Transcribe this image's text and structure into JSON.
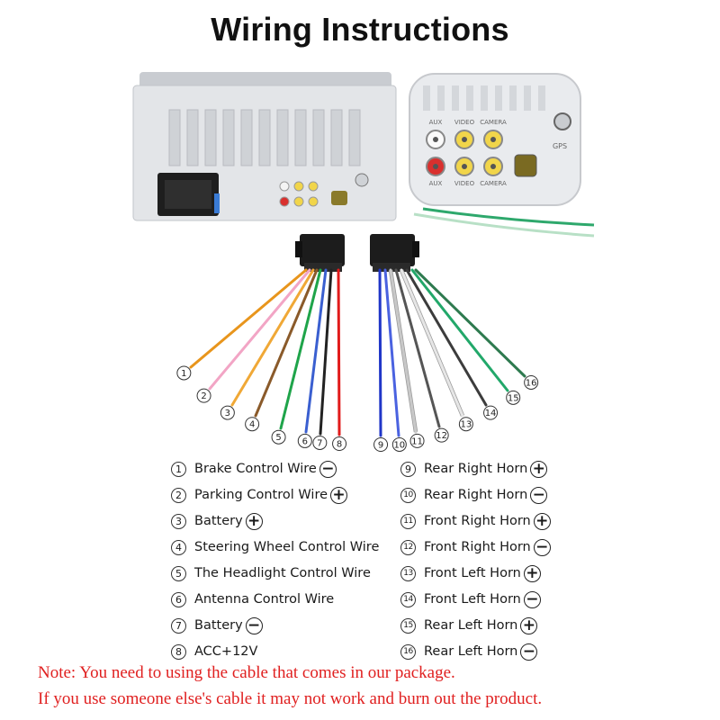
{
  "title": "Wiring Instructions",
  "ports_main": [
    "AUX",
    "VIDEO",
    "CAMERA",
    "AUX",
    "VIDEO",
    "CAMERA"
  ],
  "port_side": "GPS",
  "wires": [
    {
      "num": "①",
      "label": "Brake Control Wire",
      "sign": "−",
      "color": "#e8951c"
    },
    {
      "num": "②",
      "label": "Parking Control Wire",
      "sign": "+",
      "color": "#f2a5c5"
    },
    {
      "num": "③",
      "label": "Battery",
      "sign": "+",
      "color": "#f0a836"
    },
    {
      "num": "④",
      "label": "Steering Wheel Control Wire",
      "sign": "",
      "color": "#8a5a2a"
    },
    {
      "num": "⑤",
      "label": "The Headlight Control Wire",
      "sign": "",
      "color": "#1fa44a"
    },
    {
      "num": "⑥",
      "label": "Antenna Control Wire",
      "sign": "",
      "color": "#3a5fd0"
    },
    {
      "num": "⑦",
      "label": "Battery",
      "sign": "−",
      "color": "#222222"
    },
    {
      "num": "⑧",
      "label": "ACC+12V",
      "sign": "",
      "color": "#e11b1b"
    },
    {
      "num": "⑨",
      "label": "Rear Right Horn",
      "sign": "+",
      "color": "#2036c8"
    },
    {
      "num": "⑩",
      "label": "Rear Right Horn",
      "sign": "−",
      "color": "#4a62e0"
    },
    {
      "num": "⑪",
      "label": "Front Right Horn",
      "sign": "+",
      "color": "#c8c8c8"
    },
    {
      "num": "⑫",
      "label": "Front Right Horn",
      "sign": "−",
      "color": "#555555"
    },
    {
      "num": "⑬",
      "label": "Front Left Horn",
      "sign": "+",
      "color": "#e6e6e6"
    },
    {
      "num": "⑭",
      "label": "Front Left Horn",
      "sign": "−",
      "color": "#3c3c3c"
    },
    {
      "num": "⑮",
      "label": "Rear Left Horn",
      "sign": "+",
      "color": "#22a86a"
    },
    {
      "num": "⑯",
      "label": "Rear Left Horn",
      "sign": "−",
      "color": "#2e7a4f"
    }
  ],
  "note_line1": "Note: You need to using the cable that comes in our package.",
  "note_line2": "If you use someone else's cable it may not work and burn out the product.",
  "colors": {
    "note": "#e02020",
    "panel": "#e4e6e9",
    "plug": "#1a1a1a"
  }
}
